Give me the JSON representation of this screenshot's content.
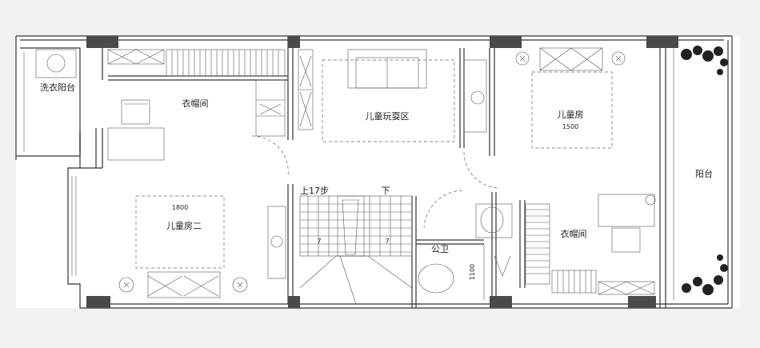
{
  "labels": {
    "laundry_balcony": "洗衣阳台",
    "cloakroom_top": "衣帽间",
    "kids_play_area": "儿童玩耍区",
    "kids_room": "儿童房",
    "kids_room_width": "1500",
    "kids_room_two": "儿童房二",
    "kids_room_two_width": "1800",
    "stairs_up": "上17步",
    "stairs_down": "下",
    "public_bathroom": "公卫",
    "bathroom_dim": "1100",
    "cloakroom_right": "衣帽间",
    "balcony": "阳台",
    "stair_step_mark_a": "7",
    "stair_step_mark_b": "7"
  },
  "colors": {
    "background": "#f2f2f2",
    "floor": "#ffffff",
    "wall": "#333333",
    "column": "#4a4a4a",
    "plant": "#222222"
  }
}
